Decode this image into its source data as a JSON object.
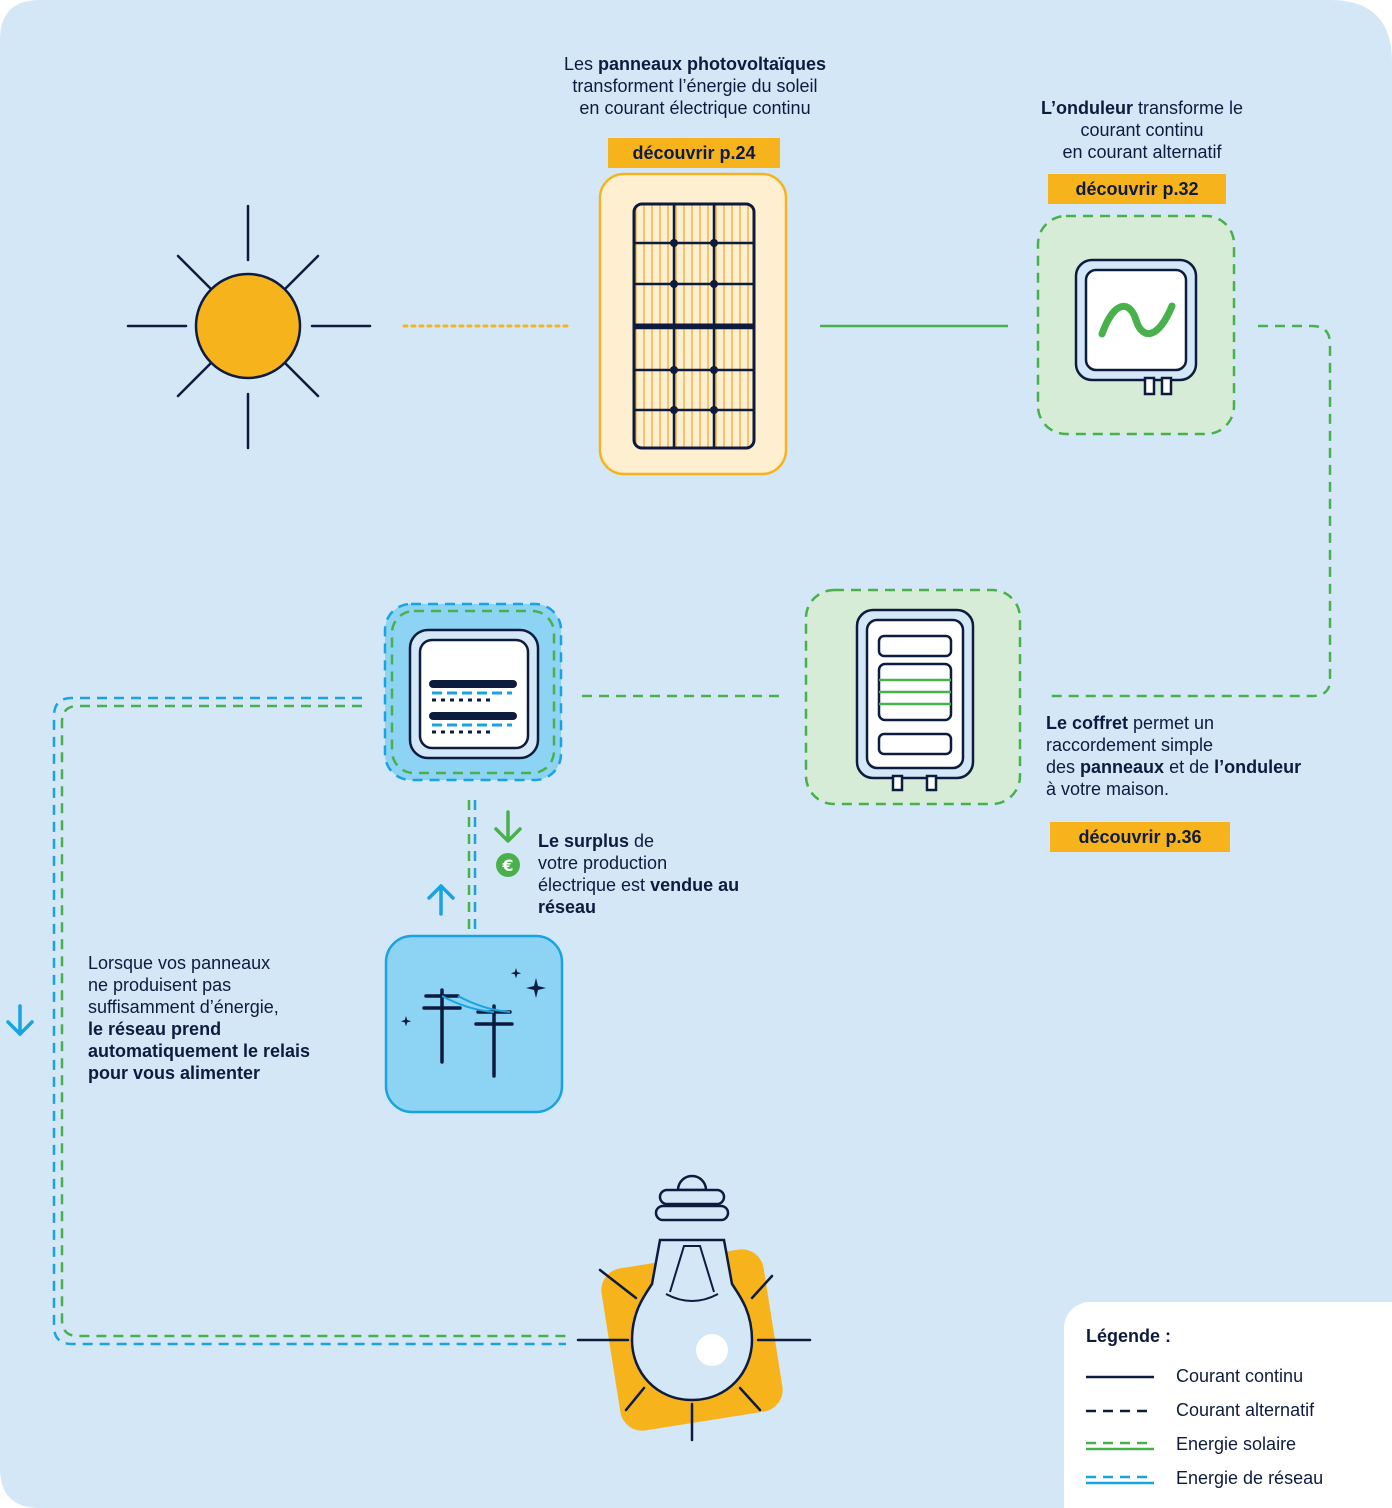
{
  "colors": {
    "background": "#d3e7f7",
    "navy": "#0d1b3e",
    "yellow": "#f7b31c",
    "solar_green": "#48b14c",
    "grid_blue": "#19a3e1",
    "panel_box": "#fdefd0",
    "green_box": "#d7ecd6",
    "blue_box": "#8dd3f4"
  },
  "icons": [
    "sun-icon",
    "solar-panel-icon",
    "inverter-icon",
    "junction-box-icon",
    "meter-icon",
    "power-lines-icon",
    "light-bulb-icon",
    "euro-icon",
    "arrow-down-icon",
    "arrow-up-icon"
  ],
  "panels": {
    "t1": "Les ",
    "t2": "panneaux photovoltaïques",
    "t3": "transforment l’énergie du soleil",
    "t4": "en courant électrique continu",
    "link": "découvrir p.24"
  },
  "inverter": {
    "t1": "L’onduleur",
    "t2": " transforme le",
    "t3": "courant continu",
    "t4": "en courant alternatif",
    "link": "découvrir p.32"
  },
  "coffret": {
    "t1": "Le coffret",
    "t2": " permet un",
    "t3": "raccordement simple",
    "t4": "des ",
    "t5": "panneaux",
    "t6": " et de ",
    "t7": "l’onduleur",
    "t8": "à votre maison.",
    "link": "découvrir p.36"
  },
  "surplus": {
    "t1": "Le surplus",
    "t2": " de",
    "t3": "votre production",
    "t4": "électrique est ",
    "t5": "vendue au",
    "t6": "réseau"
  },
  "grid_note": {
    "l1": "Lorsque vos panneaux",
    "l2": "ne produisent pas",
    "l3": "suffisamment d’énergie,",
    "b1": "le réseau prend",
    "b2": "automatiquement le relais",
    "b3": "pour vous alimenter"
  },
  "legend": {
    "title": "Légende :",
    "items": [
      "Courant continu",
      "Courant alternatif",
      "Energie solaire",
      "Energie de réseau"
    ]
  }
}
